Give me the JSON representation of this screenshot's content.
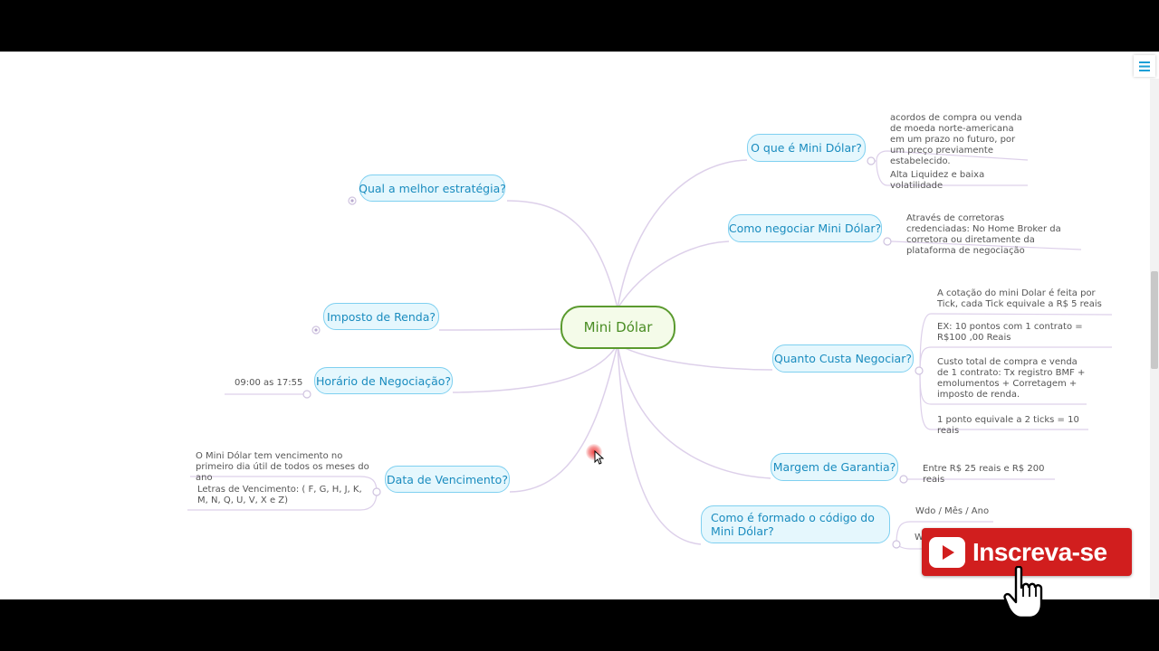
{
  "central_topic": "Mini Dólar",
  "topics": {
    "o_que_e": "O que é Mini Dólar?",
    "como_negociar": "Como negociar Mini Dólar?",
    "quanto_custa": "Quanto Custa Negociar?",
    "margem": "Margem de Garantia?",
    "codigo": "Como é formado o código do Mini Dólar?",
    "estrategia": "Qual a melhor estratégia?",
    "imposto": "Imposto de Renda?",
    "horario": "Horário de Negociação?",
    "vencimento": "Data de Vencimento?"
  },
  "notes": {
    "o_que_e_1": "acordos de compra ou venda de moeda norte-americana em um prazo no futuro, por um preço previamente estabelecido.",
    "o_que_e_2": "Alta Liquidez e baixa volatilidade",
    "como_negociar_1": "Através de corretoras credenciadas: No Home Broker da corretora ou diretamente da plataforma de negociação",
    "quanto_custa_1": "A cotação do mini Dolar é feita por Tick, cada Tick equivale a R$ 5 reais",
    "quanto_custa_2": "EX: 10 pontos com 1 contrato = R$100 ,00 Reais",
    "quanto_custa_3": "Custo total de compra e venda de 1 contrato: Tx registro BMF + emolumentos + Corretagem + imposto de renda.",
    "quanto_custa_4": "1 ponto equivale a 2 ticks = 10 reais",
    "margem_1": "Entre R$ 25 reais e R$ 200 reais",
    "codigo_1": "Wdo / Mês / Ano",
    "codigo_2": "W",
    "horario_1": "09:00 as 17:55",
    "vencimento_1": "O Mini Dólar tem vencimento no primeiro dia útil de todos os meses do ano",
    "vencimento_2": "Letras de Vencimento: ( F, G, H, J, K, M, N, Q, U, V, X e Z)"
  },
  "overlay": {
    "subscribe_label": "Inscreva-se"
  },
  "icons": {
    "menu": "hamburger-menu-icon",
    "youtube": "youtube-play-icon",
    "hand": "hand-pointer-icon"
  },
  "colors": {
    "topic_border": "#7fd0f0",
    "topic_fill": "#e5f7fd",
    "topic_text": "#1a8cbf",
    "central_border": "#5a9a2e",
    "central_text": "#4a8d24",
    "link": "#ddd0ea",
    "subscribe": "#d11e1e"
  }
}
